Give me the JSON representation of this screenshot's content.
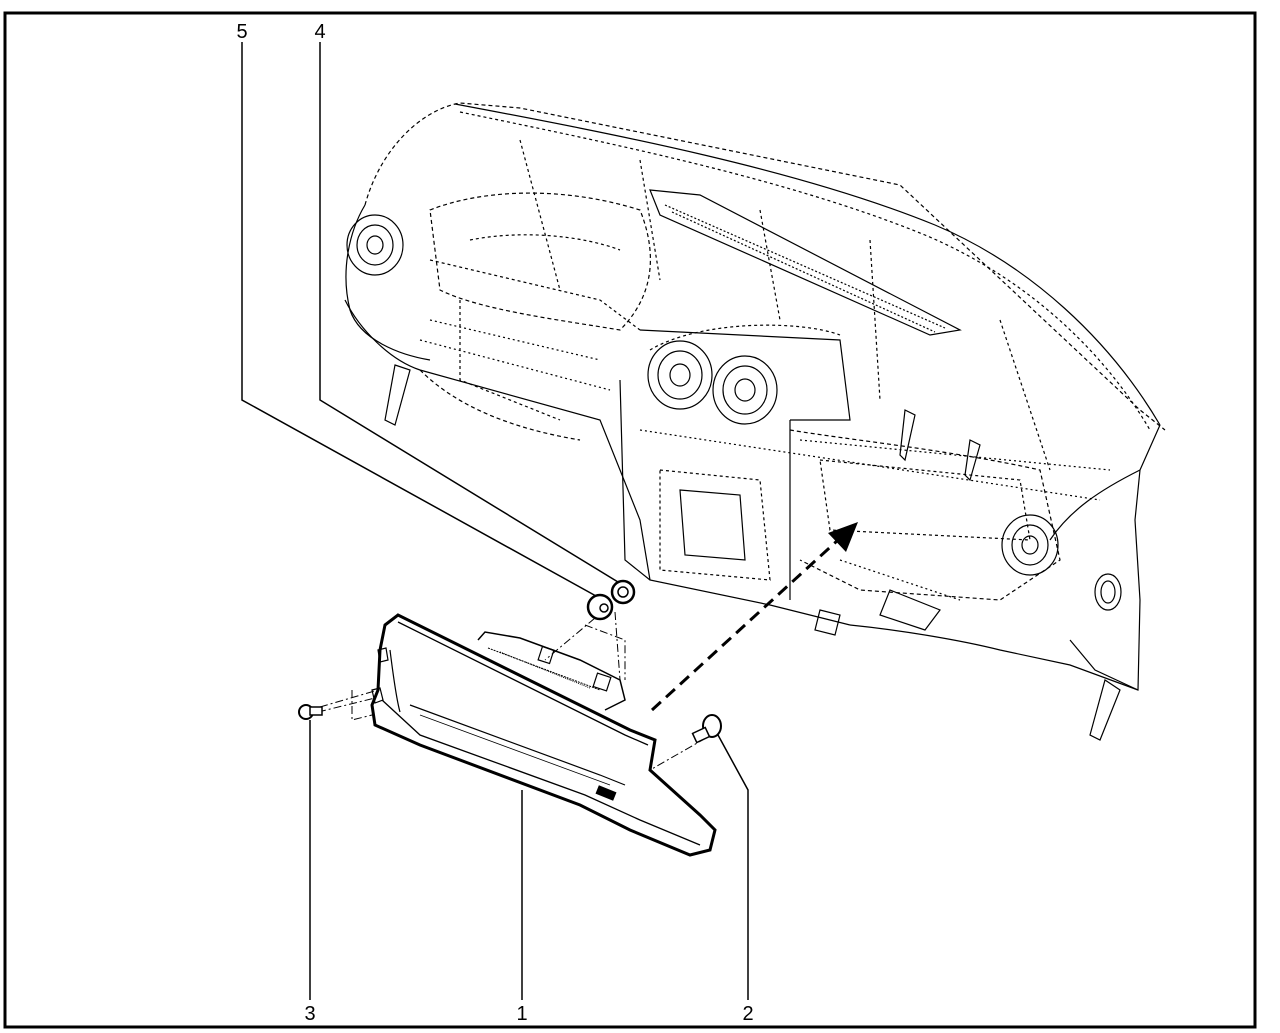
{
  "diagram": {
    "callouts": [
      {
        "id": "1",
        "label": "1",
        "part": "glovebox-airbag-module"
      },
      {
        "id": "2",
        "label": "2",
        "part": "right-bolt"
      },
      {
        "id": "3",
        "label": "3",
        "part": "left-bolt"
      },
      {
        "id": "4",
        "label": "4",
        "part": "nut"
      },
      {
        "id": "5",
        "label": "5",
        "part": "washer"
      }
    ],
    "line_color": "#000000",
    "background": "#ffffff"
  }
}
